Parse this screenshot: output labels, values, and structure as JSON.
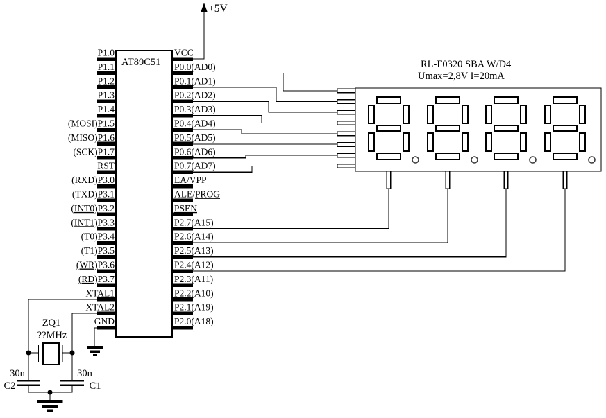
{
  "colors": {
    "ink": "#000000",
    "background": "#ffffff"
  },
  "power": {
    "label": "+5V"
  },
  "chip": {
    "name": "AT89C51",
    "left_pins": [
      {
        "parts": [
          {
            "t": "P1.0"
          }
        ]
      },
      {
        "parts": [
          {
            "t": "P1.1"
          }
        ]
      },
      {
        "parts": [
          {
            "t": "P1.2"
          }
        ]
      },
      {
        "parts": [
          {
            "t": "P1.3"
          }
        ]
      },
      {
        "parts": [
          {
            "t": "P1.4"
          }
        ]
      },
      {
        "parts": [
          {
            "t": "(MOSI)P1.5"
          }
        ]
      },
      {
        "parts": [
          {
            "t": "(MISO)P1.6"
          }
        ]
      },
      {
        "parts": [
          {
            "t": "(SCK)P1.7"
          }
        ]
      },
      {
        "parts": [
          {
            "t": "RST"
          }
        ]
      },
      {
        "parts": [
          {
            "t": "(RXD)P3.0"
          }
        ]
      },
      {
        "parts": [
          {
            "t": "(TXD)P3.1"
          }
        ]
      },
      {
        "parts": [
          {
            "t": "(INT0)",
            "u": true
          },
          {
            "t": "P3.2"
          }
        ]
      },
      {
        "parts": [
          {
            "t": "(INT1)",
            "u": true
          },
          {
            "t": "P3.3"
          }
        ]
      },
      {
        "parts": [
          {
            "t": "(T0)P3.4"
          }
        ]
      },
      {
        "parts": [
          {
            "t": "(T1)P3.5"
          }
        ]
      },
      {
        "parts": [
          {
            "t": "(WR)",
            "u": true
          },
          {
            "t": "P3.6"
          }
        ]
      },
      {
        "parts": [
          {
            "t": "(RD)",
            "u": true
          },
          {
            "t": "P3.7"
          }
        ]
      },
      {
        "parts": [
          {
            "t": "XTAL1"
          }
        ]
      },
      {
        "parts": [
          {
            "t": "XTAL2"
          }
        ]
      },
      {
        "parts": [
          {
            "t": "GND"
          }
        ]
      }
    ],
    "right_pins": [
      {
        "parts": [
          {
            "t": "VCC"
          }
        ]
      },
      {
        "parts": [
          {
            "t": "P0.0(AD0)"
          }
        ]
      },
      {
        "parts": [
          {
            "t": "P0.1(AD1)"
          }
        ]
      },
      {
        "parts": [
          {
            "t": "P0.2(AD2)"
          }
        ]
      },
      {
        "parts": [
          {
            "t": "P0.3(AD3)"
          }
        ]
      },
      {
        "parts": [
          {
            "t": "P0.4(AD4)"
          }
        ]
      },
      {
        "parts": [
          {
            "t": "P0.5(AD5)"
          }
        ]
      },
      {
        "parts": [
          {
            "t": "P0.6(AD6)"
          }
        ]
      },
      {
        "parts": [
          {
            "t": "P0.7(AD7)"
          }
        ]
      },
      {
        "parts": [
          {
            "t": "EA",
            "u": true
          },
          {
            "t": "/VPP"
          }
        ]
      },
      {
        "parts": [
          {
            "t": "ALE/"
          },
          {
            "t": "PROG",
            "u": true
          }
        ]
      },
      {
        "parts": [
          {
            "t": "PSEN",
            "u": true
          }
        ]
      },
      {
        "parts": [
          {
            "t": "P2.7(A15)"
          }
        ]
      },
      {
        "parts": [
          {
            "t": "P2.6(A14)"
          }
        ]
      },
      {
        "parts": [
          {
            "t": "P2.5(A13)"
          }
        ]
      },
      {
        "parts": [
          {
            "t": "P2.4(A12)"
          }
        ]
      },
      {
        "parts": [
          {
            "t": "P2.3(A11)"
          }
        ]
      },
      {
        "parts": [
          {
            "t": "P2.2(A10)"
          }
        ]
      },
      {
        "parts": [
          {
            "t": "P2.1(A19)"
          }
        ]
      },
      {
        "parts": [
          {
            "t": "P2.0(A18)"
          }
        ]
      }
    ]
  },
  "display": {
    "title": "RL-F0320 SBA W/D4",
    "subtitle": "Umax=2,8V I=20mA",
    "digit_count": 4
  },
  "crystal": {
    "ref": "ZQ1",
    "freq": "??MHz"
  },
  "capacitors": {
    "c2": {
      "ref": "C2",
      "value": "30n"
    },
    "c1": {
      "ref": "C1",
      "value": "30n"
    }
  }
}
